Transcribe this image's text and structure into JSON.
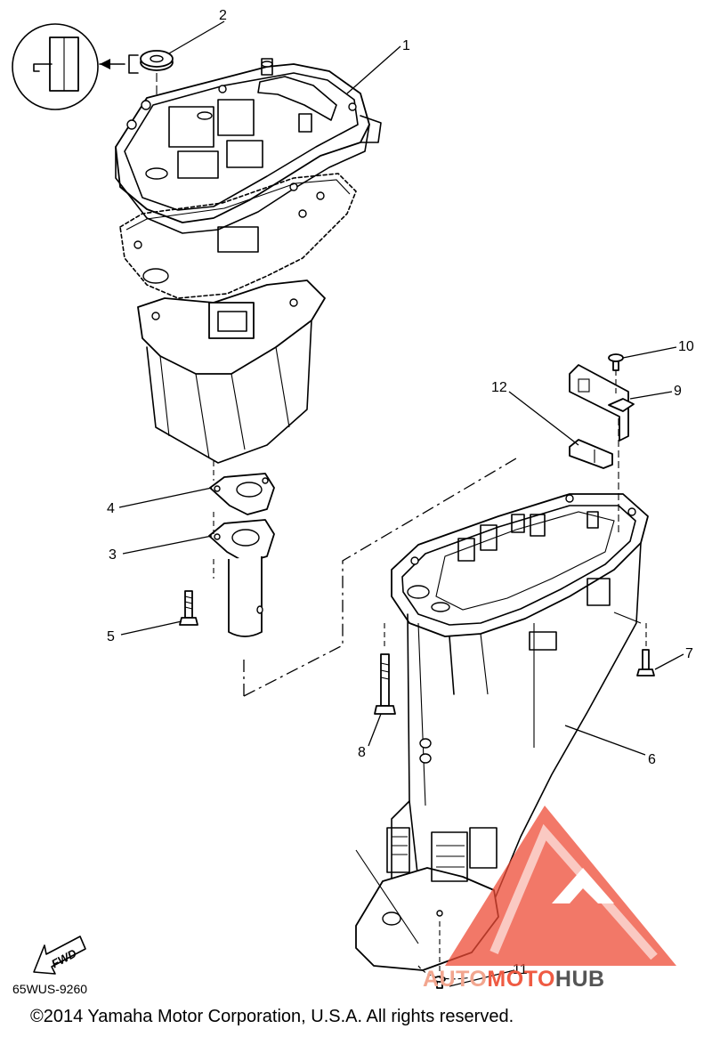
{
  "callouts": {
    "c1": "1",
    "c2": "2",
    "c3": "3",
    "c4": "4",
    "c5": "5",
    "c6": "6",
    "c7": "7",
    "c8": "8",
    "c9": "9",
    "c10": "10",
    "c11": "11",
    "c12": "12"
  },
  "fwd_label": "FWD",
  "diagram_code": "65WUS-9260",
  "copyright": "©2014 Yamaha Motor Corporation, U.S.A. All rights reserved.",
  "watermark": {
    "part1": "AUTO",
    "part2": "MOTO",
    "part3": "HUB",
    "colors": {
      "auto": "#f2a68f",
      "moto": "#ef5b43",
      "hub": "#555555",
      "triangle": "#ee4b35"
    }
  }
}
